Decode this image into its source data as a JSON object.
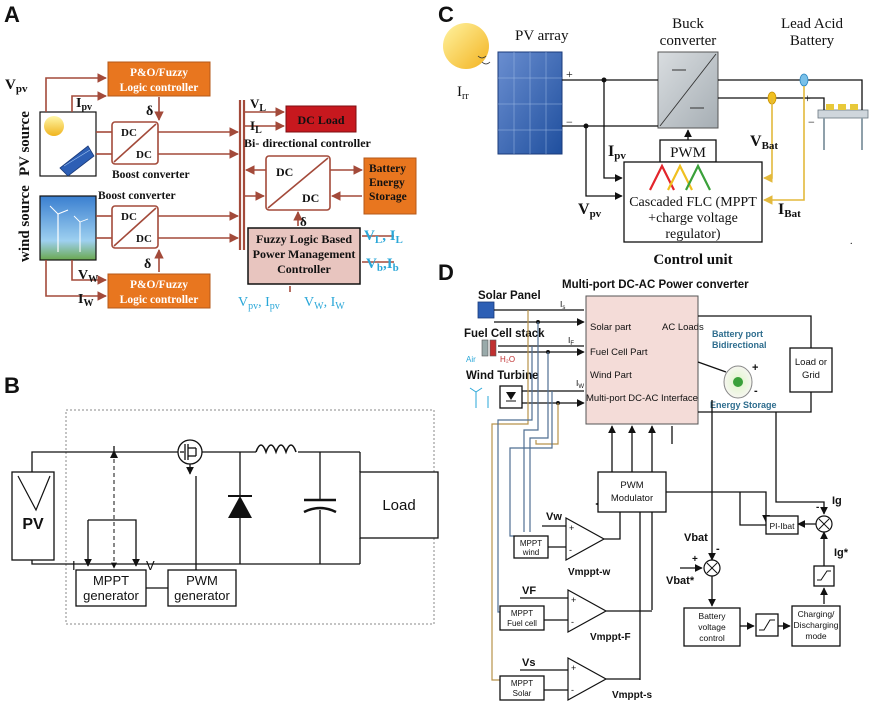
{
  "panels": {
    "a": "A",
    "b": "B",
    "c": "C",
    "d": "D"
  },
  "panelA": {
    "v_pv": "V",
    "v_pv_sub": "pv",
    "i_pv": "I",
    "i_pv_sub": "pv",
    "po_fuzzy_top_1": "P&O/Fuzzy",
    "po_fuzzy_top_2": "Logic controller",
    "delta_top": "δ",
    "dc": "DC",
    "boost_converter_1": "Boost converter",
    "pv_source": "PV source",
    "boost_converter_2": "Boost converter",
    "wind_source": "wind source",
    "delta_bottom": "δ",
    "v_w": "V",
    "v_w_sub": "W",
    "i_w": "I",
    "i_w_sub": "W",
    "po_fuzzy_bottom_1": "P&O/Fuzzy",
    "po_fuzzy_bottom_2": "Logic controller",
    "v_l": "V",
    "v_l_sub": "L",
    "i_l": "I",
    "i_l_sub": "L",
    "dc_load": "DC Load",
    "bidirectional": "Bi- directional controller",
    "battery_1": "Battery",
    "battery_2": "Energy",
    "battery_3": "Storage",
    "delta_mid": "δ",
    "fuzzy_1": "Fuzzy Logic Based",
    "fuzzy_2": "Power Management",
    "fuzzy_3": "Controller",
    "sig_vl": "V",
    "sig_vl_sub": "L",
    "sig_il": ", I",
    "sig_il_sub": "L",
    "sig_vb": "V",
    "sig_vb_sub": "b",
    "sig_ib": ",I",
    "sig_ib_sub": "b",
    "sig_vpv": "V",
    "sig_vpv_sub": "pv",
    "sig_ipv": ", I",
    "sig_ipv_sub": "pv",
    "sig_vw": "V",
    "sig_vw_sub": "W",
    "sig_iw": ", I",
    "sig_iw_sub": "W"
  },
  "panelB": {
    "pv": "PV",
    "load": "Load",
    "i": "I",
    "v": "V",
    "mppt_1": "MPPT",
    "mppt_2": "generator",
    "pwm_1": "PWM",
    "pwm_2": "generator"
  },
  "panelC": {
    "pv_array": "PV array",
    "buck_1": "Buck",
    "buck_2": "converter",
    "lead_1": "Lead Acid",
    "lead_2": "Battery",
    "irr": "I",
    "irr_sub": "rr",
    "plus_pv": "+",
    "minus_pv": "−",
    "plus_batt": "+",
    "minus_batt": "−",
    "i_pv": "I",
    "i_pv_sub": "pv",
    "pwm": "PWM",
    "v_bat": "V",
    "v_bat_sub": "Bat",
    "v_pv": "V",
    "v_pv_sub": "pv",
    "flc_1": "Cascaded FLC (MPPT",
    "flc_2": "+charge voltage",
    "flc_3": "regulator)",
    "i_bat": "I",
    "i_bat_sub": "Bat",
    "control_unit": "Control unit",
    "dot": "."
  },
  "panelD": {
    "title": "Multi-port DC-AC Power converter",
    "solar_panel": "Solar Panel",
    "is": "I",
    "is_sub": "s",
    "solar_part": "Solar part",
    "ac_loads": "AC Loads",
    "battery_port_1": "Battery port",
    "battery_port_2": "Bidirectional",
    "fuel_cell_stack": "Fuel Cell stack",
    "if": "I",
    "if_sub": "F",
    "fuel_cell_part": "Fuel Cell Part",
    "air": "Air",
    "h2o": "H₂O",
    "load_grid_1": "Load or",
    "load_grid_2": "Grid",
    "wind_turbine": "Wind Turbine",
    "iw": "I",
    "iw_sub": "W",
    "wind_part": "Wind Part",
    "energy_storage": "Energy Storage",
    "batt_plus": "+",
    "batt_minus": "-",
    "interface": "Multi-port DC-AC Interface",
    "pwm_1": "PWM",
    "pwm_2": "Modulator",
    "vw": "Vw",
    "mppt_wind_1": "MPPT",
    "mppt_wind_2": "wind",
    "vmppt_w": "Vmppt-w",
    "vbat": "Vbat",
    "minus_vbat": "-",
    "pi_ibat": "PI-Ibat",
    "ig": "Ig",
    "ig_star": "Ig*",
    "minus_ig": "-",
    "plus_sum": "+",
    "vbat_star": "Vbat*",
    "vf": "VF",
    "mppt_fuel_1": "MPPT",
    "mppt_fuel_2": "Fuel cell",
    "vmppt_f": "Vmppt-F",
    "batt_ctrl_1": "Battery",
    "batt_ctrl_2": "voltage",
    "batt_ctrl_3": "control",
    "charging_1": "Charging/",
    "charging_2": "Discharging",
    "charging_3": "mode",
    "vs": "Vs",
    "mppt_solar_1": "MPPT",
    "mppt_solar_2": "Solar",
    "vmppt_s": "Vmppt-s",
    "op_plus": "+",
    "op_minus": "-"
  },
  "colors": {
    "controller_orange": "#e8761f",
    "dc_load_red": "#c7181e",
    "pm_controller_pink": "#e8c5bf",
    "converter_panel_pink": "#f4dcd8",
    "signal_cyan": "#2aa7d8",
    "wire_brown": "#a34a3a",
    "battery_feedback_yellow": "#e3b93c",
    "flc_red": "#e3242b",
    "flc_yellow": "#f0c020",
    "flc_green": "#3aa03a"
  }
}
